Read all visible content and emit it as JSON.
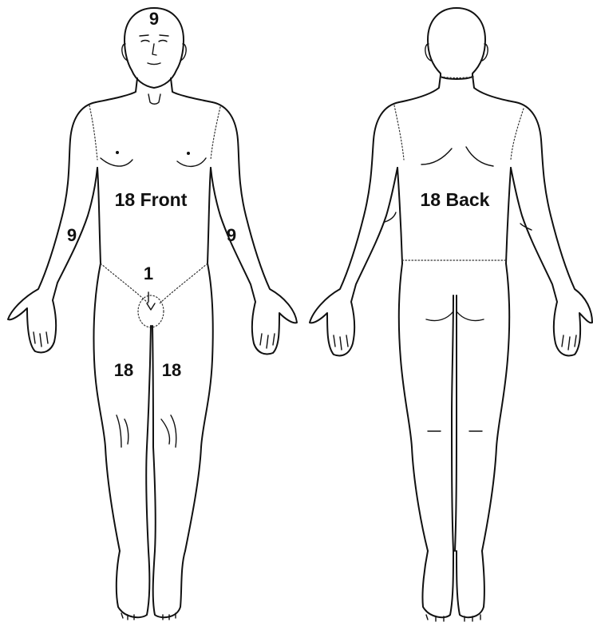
{
  "labels": {
    "head": "9",
    "front_torso": "18 Front",
    "back_torso": "18 Back",
    "left_arm": "9",
    "right_arm": "9",
    "perineum": "1",
    "left_leg": "18",
    "right_leg": "18"
  }
}
